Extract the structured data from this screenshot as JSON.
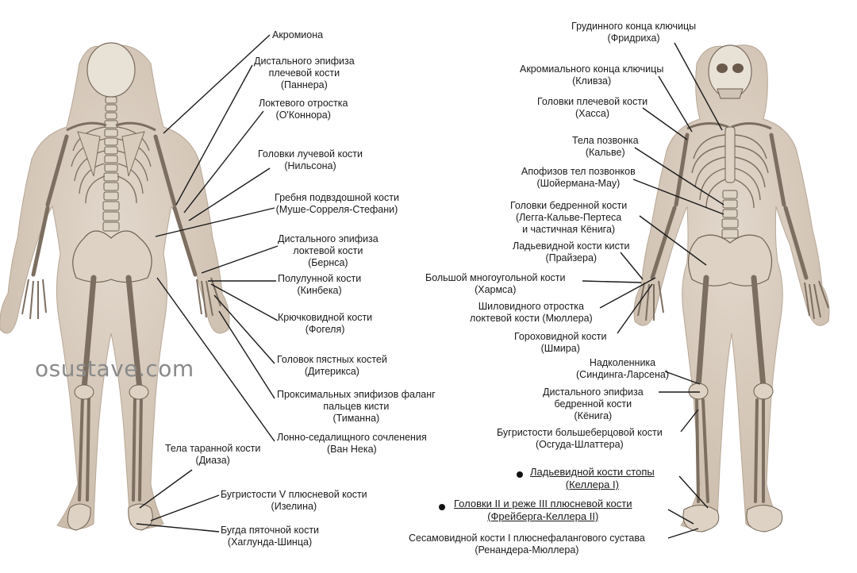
{
  "watermark": "osustave.com",
  "left_labels": [
    {
      "id": "akromion",
      "lines": [
        "Акромиона"
      ]
    },
    {
      "id": "panner",
      "lines": [
        "Дистального эпифиза",
        "плечевой кости",
        "(Паннера)"
      ]
    },
    {
      "id": "okonnor",
      "lines": [
        "Локтевого отростка",
        "(О'Коннора)"
      ]
    },
    {
      "id": "nilson",
      "lines": [
        "Головки лучевой кости",
        "(Нильсона)"
      ]
    },
    {
      "id": "mushe",
      "lines": [
        "Гребня подвздошной кости",
        "(Муше-Сорреля-Стефани)"
      ]
    },
    {
      "id": "berns",
      "lines": [
        "Дистального эпифиза",
        "локтевой кости",
        "(Бернса)"
      ]
    },
    {
      "id": "kinbek",
      "lines": [
        "Полулунной кости",
        "(Кинбека)"
      ]
    },
    {
      "id": "fogel",
      "lines": [
        "Крючковидной кости",
        "(Фогеля)"
      ]
    },
    {
      "id": "diteriks",
      "lines": [
        "Головок пястных костей",
        "(Дитерикса)"
      ]
    },
    {
      "id": "timann",
      "lines": [
        "Проксимальных эпифизов фаланг",
        "пальцев кисти",
        "(Тиманна)"
      ]
    },
    {
      "id": "vanek",
      "lines": [
        "Лонно-седалищного сочленения",
        "(Ван Нека)"
      ]
    },
    {
      "id": "diaz",
      "lines": [
        "Тела таранной кости",
        "(Диаза)"
      ]
    },
    {
      "id": "izelin",
      "lines": [
        "Бугристости V плюсневой кости",
        "(Изелина)"
      ]
    },
    {
      "id": "haglund",
      "lines": [
        "Бугда пяточной кости",
        "(Хаглунда-Шинца)"
      ]
    }
  ],
  "right_labels": [
    {
      "id": "fridrih",
      "lines": [
        "Грудинного конца ключицы",
        "(Фридриха)"
      ]
    },
    {
      "id": "klivz",
      "lines": [
        "Акромиального конца ключицы",
        "(Кливза)"
      ]
    },
    {
      "id": "hass",
      "lines": [
        "Головки плечевой кости",
        "(Хасса)"
      ]
    },
    {
      "id": "kalve",
      "lines": [
        "Тела позвонка",
        "(Кальве)"
      ]
    },
    {
      "id": "shoerman",
      "lines": [
        "Апофизов тел позвонков",
        "(Шойермана-Мау)"
      ]
    },
    {
      "id": "legg",
      "lines": [
        "Головки бедренной кости",
        "(Легга-Кальве-Пертеса",
        "и частичная Кёнига)"
      ]
    },
    {
      "id": "praizer",
      "lines": [
        "Ладьевидной кости кисти",
        "(Прайзера)"
      ]
    },
    {
      "id": "harms",
      "lines": [
        "Большой многоугольной кости",
        "(Хармса)"
      ]
    },
    {
      "id": "myuller",
      "lines": [
        "Шиловидного отростка",
        "локтевой кости (Мюллера)"
      ]
    },
    {
      "id": "shmir",
      "lines": [
        "Гороховидной кости",
        "(Шмира)"
      ]
    },
    {
      "id": "sinding",
      "lines": [
        "Надколенника",
        "(Синдинга-Ларсена)"
      ]
    },
    {
      "id": "kenig",
      "lines": [
        "Дистального эпифиза",
        "бедренной кости",
        "(Кёнига)"
      ]
    },
    {
      "id": "osgud",
      "lines": [
        "Бугристости большеберцовой кости",
        "(Осгуда-Шлаттера)"
      ]
    },
    {
      "id": "keller1",
      "lines": [
        "Ладьевидной кости стопы",
        "(Келлера I)"
      ],
      "emph": true
    },
    {
      "id": "freiberg",
      "lines": [
        "Головки II и реже III плюсневой кости",
        "(Фрейберга-Келлера II)"
      ],
      "emph": true
    },
    {
      "id": "renander",
      "lines": [
        "Сесамовидной кости I плюснефалангового сустава",
        "(Ренандера-Мюллера)"
      ]
    }
  ]
}
